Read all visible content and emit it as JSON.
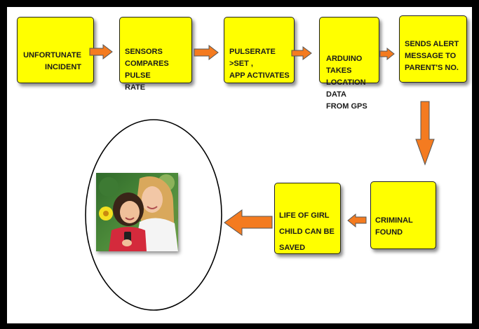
{
  "steps": {
    "s1": "UNFORTUNATE\nINCIDENT",
    "s2": "SENSORS\nCOMPARES PULSE\nRATE",
    "s3": "PULSERATE >SET ,\nAPP ACTIVATES",
    "s4": "ARDUINO TAKES\nLOCATION DATA\nFROM GPS",
    "s5": "SENDS ALERT\nMESSAGE TO\nPARENT'S NO.",
    "s6": "CRIMINAL FOUND",
    "s7": "LIFE OF GIRL\nCHILD CAN BE\nSAVED"
  },
  "colors": {
    "box_fill": "#ffff00",
    "arrow_fill": "#f47b20",
    "arrow_stroke": "#555555",
    "frame": "#000000"
  },
  "image": {
    "icon": "mother-and-daughter-photo"
  }
}
